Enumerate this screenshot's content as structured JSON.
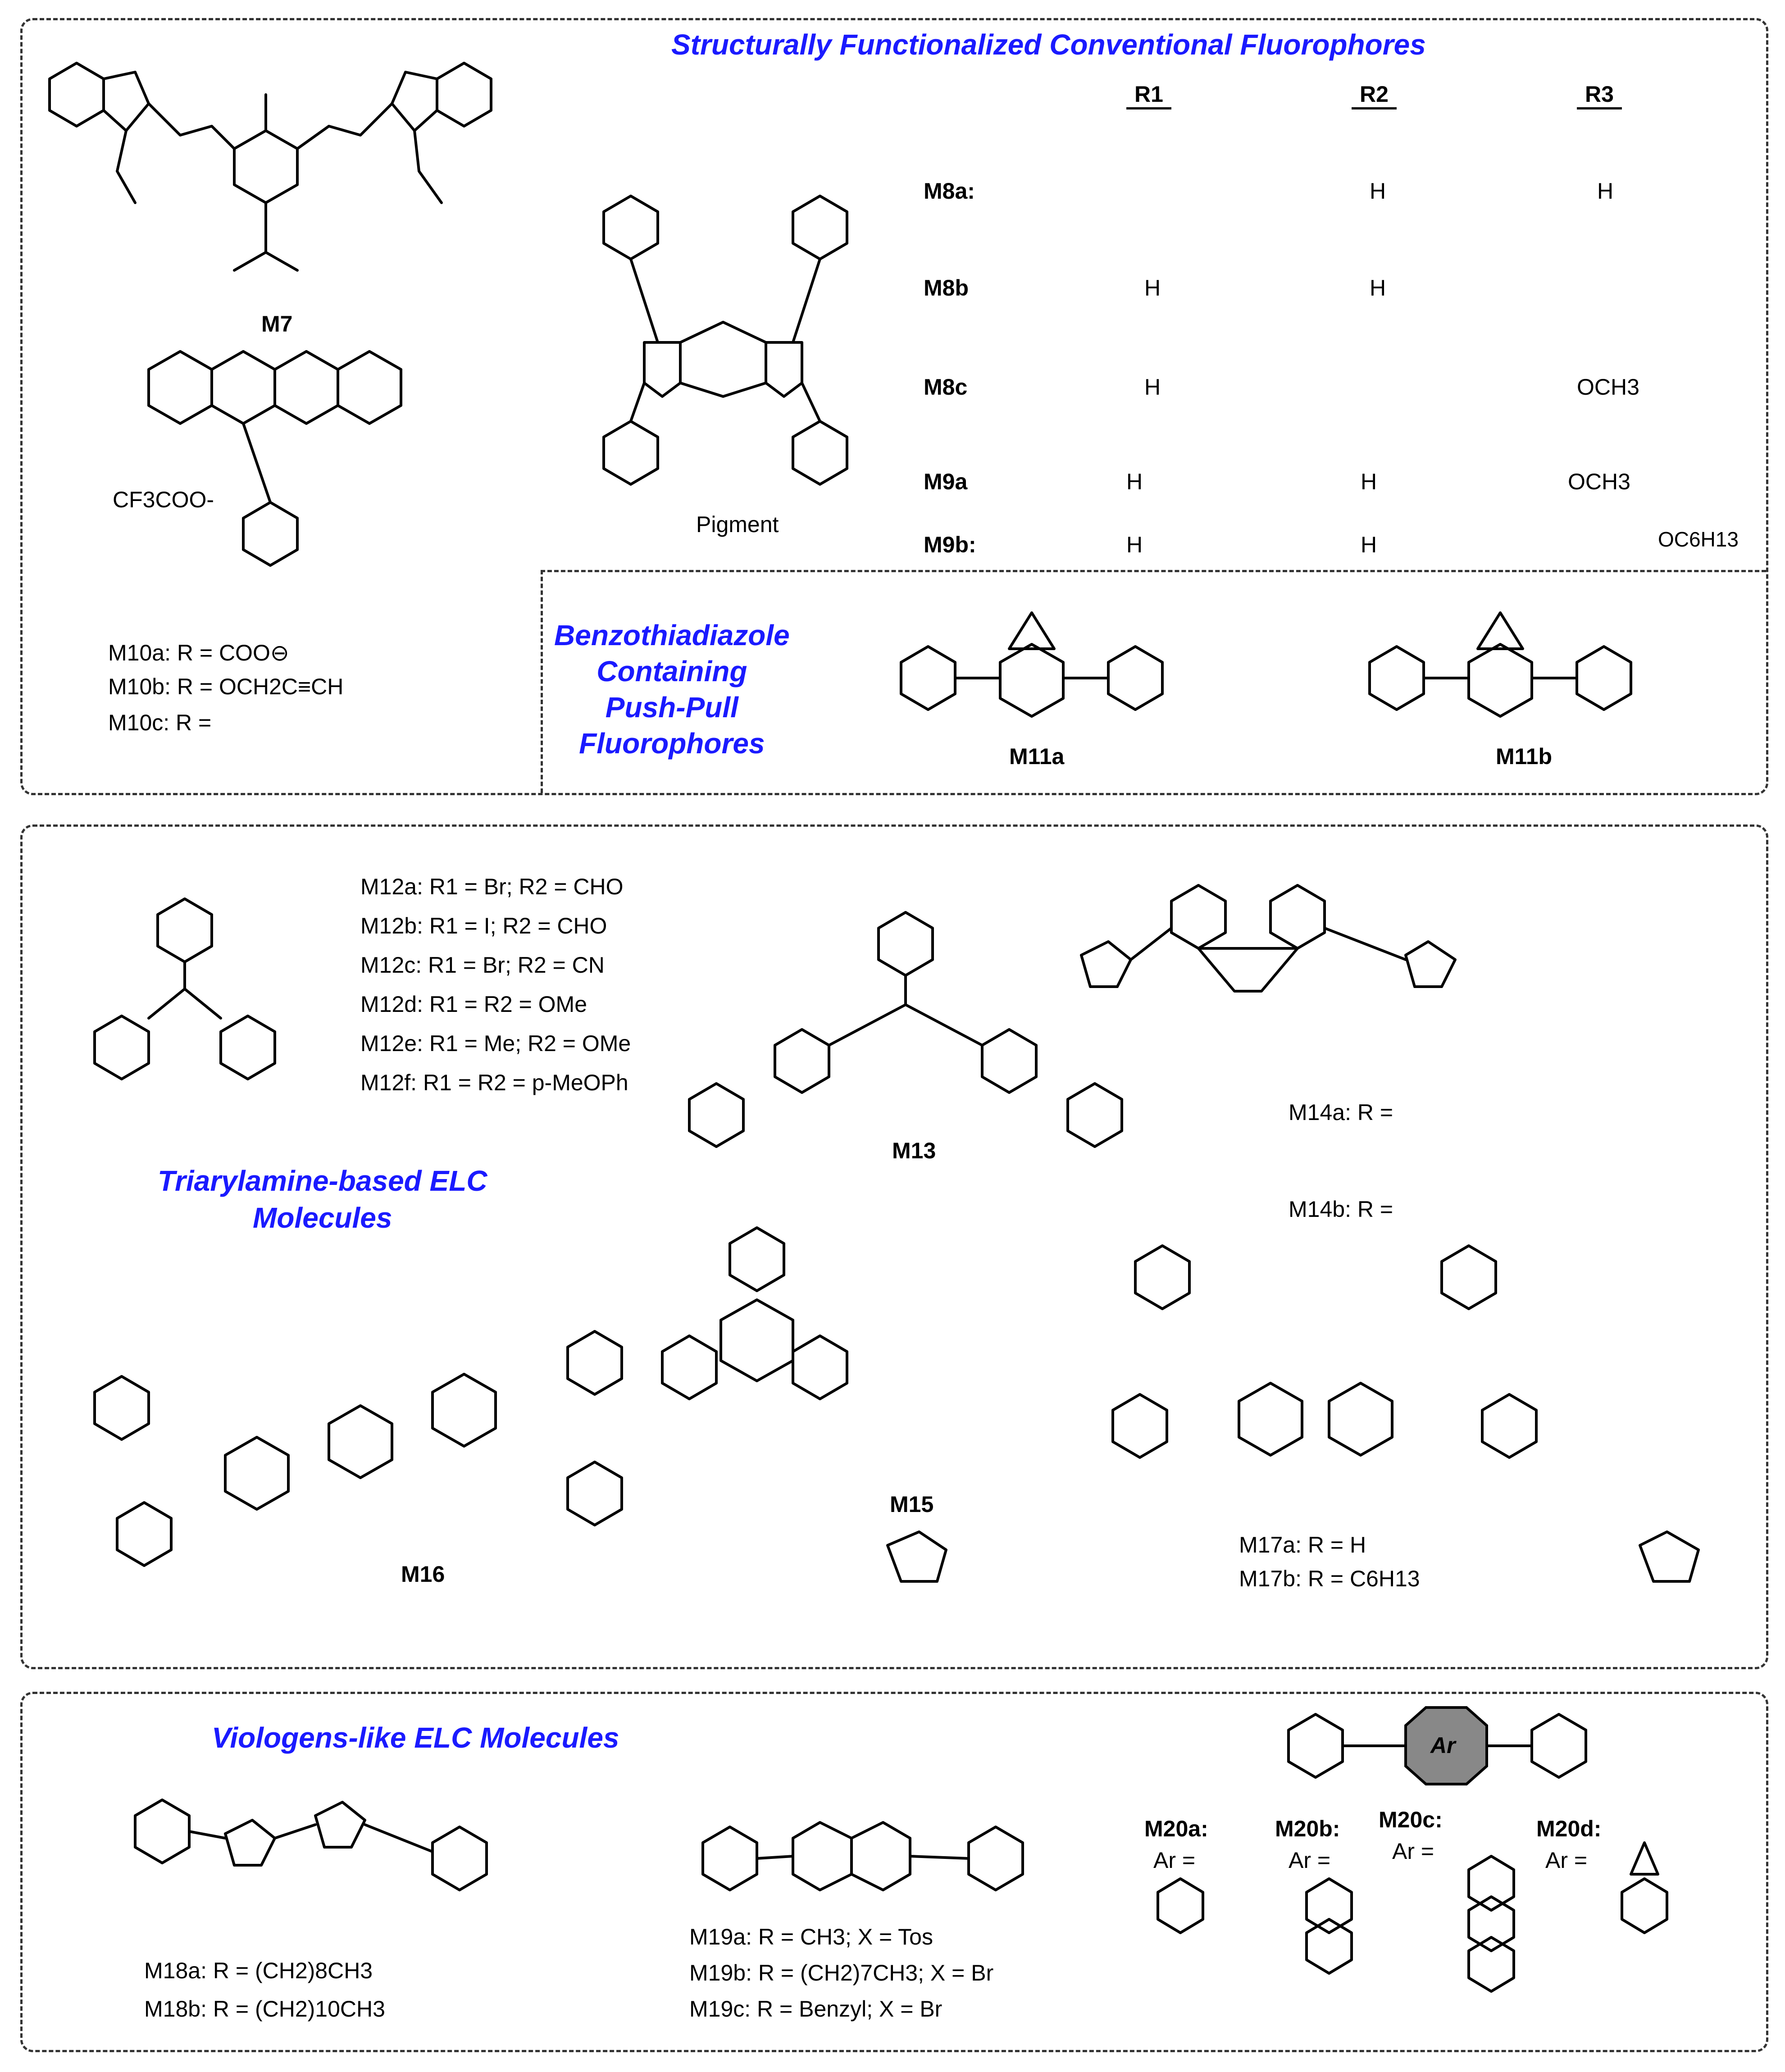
{
  "sections": {
    "conventional": {
      "title": "Structurally Functionalized Conventional Fluorophores"
    },
    "benzothiadiazole": {
      "title_lines": [
        "Benzothiadiazole",
        "Containing",
        "Push-Pull",
        "Fluorophores"
      ]
    },
    "triarylamine": {
      "title_lines": [
        "Triarylamine-based ELC",
        "Molecules"
      ]
    },
    "viologens": {
      "title": "Viologens-like ELC Molecules"
    }
  },
  "table": {
    "headers": [
      "R1",
      "R2",
      "R3"
    ],
    "rows": [
      {
        "name": "M8a:",
        "r1": "",
        "r2": "H",
        "r3": "H"
      },
      {
        "name": "M8b",
        "r1": "H",
        "r2": "H",
        "r3": ""
      },
      {
        "name": "M8c",
        "r1": "H",
        "r2": "",
        "r3": "OCH3"
      },
      {
        "name": "M9a",
        "r1": "H",
        "r2": "H",
        "r3": "OCH3"
      },
      {
        "name": "M9b:",
        "r1": "H",
        "r2": "H",
        "r3": "OC6H13"
      }
    ]
  },
  "labels": {
    "m7": "M7",
    "pigment": "Pigment",
    "m10_counterion": "CF3COO-",
    "m10": [
      "M10a: R = COO⊖",
      "M10b: R = OCH2C≡CH",
      "M10c: R ="
    ],
    "m11a": "M11a",
    "m11b": "M11b",
    "m12": [
      "M12a: R1 = Br; R2 = CHO",
      "M12b: R1 = I; R2 = CHO",
      "M12c: R1 = Br; R2 = CN",
      "M12d: R1 = R2 = OMe",
      "M12e: R1 = Me; R2 = OMe",
      "M12f: R1 = R2 = p-MeOPh"
    ],
    "m13": "M13",
    "m14a": "M14a: R =",
    "m14b": "M14b: R =",
    "m15": "M15",
    "m16": "M16",
    "m17a": "M17a: R = H",
    "m17b": "M17b: R = C6H13",
    "m18a": "M18a: R = (CH2)8CH3",
    "m18b": "M18b: R = (CH2)10CH3",
    "m19a": "M19a: R = CH3; X = Tos",
    "m19b": "M19b: R = (CH2)7CH3; X = Br",
    "m19c": "M19c: R = Benzyl; X = Br",
    "m20a": "M20a:",
    "m20b": "M20b:",
    "m20c": "M20c:",
    "m20d": "M20d:",
    "ar_eq": "Ar =",
    "ar": "Ar"
  },
  "colors": {
    "title": "#1a1aff",
    "nitrogen": "#1a1aff",
    "border": "#333333",
    "ar_fill": "#888888"
  }
}
